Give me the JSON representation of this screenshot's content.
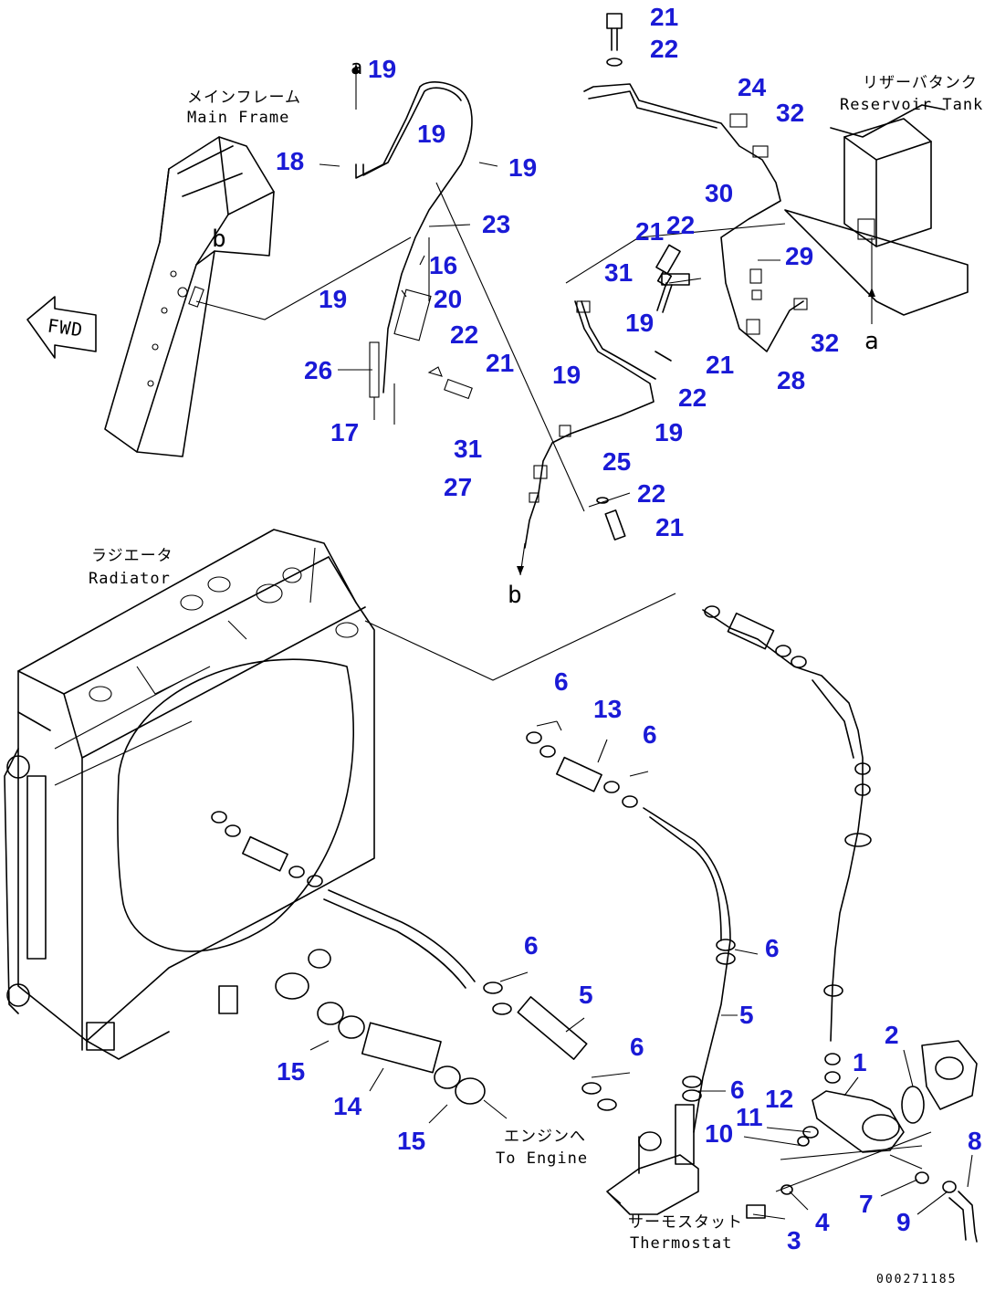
{
  "labels": {
    "main_frame_jp": "メインフレーム",
    "main_frame_en": "Main Frame",
    "reservoir_jp": "リザーバタンク",
    "reservoir_en": "Reservoir Tank",
    "radiator_jp": "ラジエータ",
    "radiator_en": "Radiator",
    "engine_jp": "エンジンへ",
    "engine_en": "To Engine",
    "thermostat_jp": "サーモスタット",
    "thermostat_en": "Thermostat",
    "fwd": "FWD",
    "marker_a": "a",
    "marker_b": "b"
  },
  "callouts": {
    "c1": "1",
    "c2": "2",
    "c3": "3",
    "c4": "4",
    "c5": "5",
    "c5b": "5",
    "c6a": "6",
    "c6b": "6",
    "c6c": "6",
    "c6d": "6",
    "c6e": "6",
    "c6f": "6",
    "c7": "7",
    "c8": "8",
    "c9": "9",
    "c10": "10",
    "c11": "11",
    "c12": "12",
    "c13": "13",
    "c14": "14",
    "c15a": "15",
    "c15b": "15",
    "c16": "16",
    "c17": "17",
    "c18": "18",
    "c19a": "19",
    "c19b": "19",
    "c19c": "19",
    "c19d": "19",
    "c19e": "19",
    "c19f": "19",
    "c19g": "19",
    "c20": "20",
    "c21a": "21",
    "c21b": "21",
    "c21c": "21",
    "c21d": "21",
    "c21e": "21",
    "c22a": "22",
    "c22b": "22",
    "c22c": "22",
    "c22d": "22",
    "c22e": "22",
    "c23": "23",
    "c24": "24",
    "c25": "25",
    "c26": "26",
    "c27": "27",
    "c28": "28",
    "c29": "29",
    "c30": "30",
    "c31a": "31",
    "c31b": "31",
    "c32a": "32",
    "c32b": "32"
  },
  "doc_id": "000271185",
  "colors": {
    "callout": "#1a1ad6",
    "line": "#000000",
    "background": "#ffffff"
  }
}
